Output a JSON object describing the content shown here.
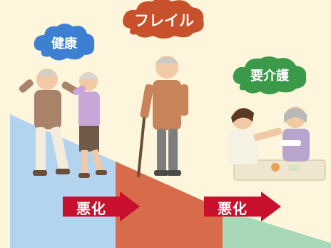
{
  "stages": [
    {
      "label": "健康",
      "color": "#3d7fd1"
    },
    {
      "label": "フレイル",
      "color": "#c8502b"
    },
    {
      "label": "要介護",
      "color": "#3a9a4a"
    }
  ],
  "arrows": [
    {
      "label": "悪化",
      "color": "#c8102e"
    },
    {
      "label": "悪化",
      "color": "#c8102e"
    }
  ],
  "band_colors": {
    "healthy": "#b3d4ef",
    "frail": "#d86b4a",
    "care": "#a8d8b8",
    "background": "#fdf6dc"
  },
  "icons": [
    "healthy-couple-illustration",
    "frail-elderly-man-with-cane-illustration",
    "caregiver-feeding-elderly-woman-illustration"
  ]
}
